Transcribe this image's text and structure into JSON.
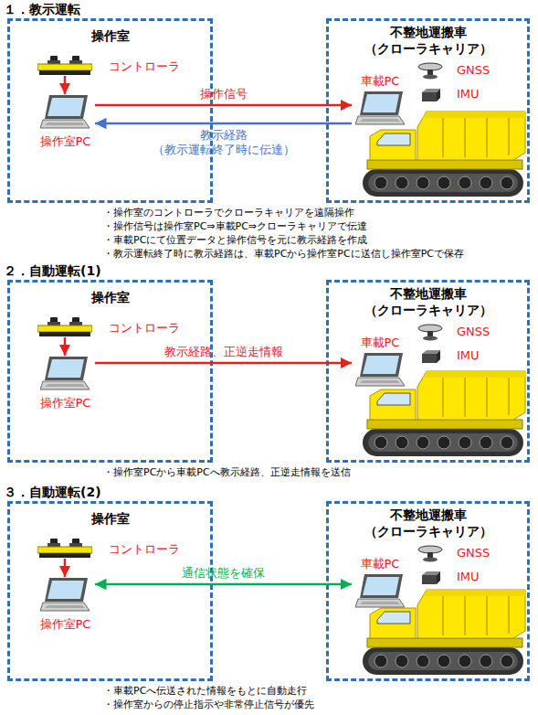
{
  "diagram": {
    "nodes": [
      {
        "text": [
          "操作室"
        ]
      },
      {
        "text": [
          "コントローラ"
        ],
        "in": 0
      },
      {
        "text": [
          "操作室PC"
        ],
        "in": 0
      },
      {
        "text": [
          "不整地運搬車 （クローラキャリア）"
        ]
      },
      {
        "text": [
          "車載PC"
        ],
        "in": 3
      },
      {
        "text": [
          "操作室"
        ]
      },
      {
        "text": [
          "コントローラ"
        ],
        "in": 5
      },
      {
        "text": [
          "操作室PC"
        ],
        "in": 5
      },
      {
        "text": [
          "不整地運搬車 （クローラキャリア）"
        ]
      },
      {
        "text": [
          "車載PC"
        ],
        "in": 8
      },
      {
        "text": [
          "操作室"
        ]
      },
      {
        "text": [
          "コントローラ"
        ],
        "in": 10
      },
      {
        "text": [
          "操作室PC"
        ],
        "in": 10
      },
      {
        "text": [
          "不整地運搬車 （クローラキャリア）"
        ]
      },
      {
        "text": [
          "車載PC"
        ],
        "in": 13
      }
    ],
    "edges": [
      {
        "from": 1,
        "to": 2,
        "arrow": "to"
      },
      {
        "from": 2,
        "to": 4,
        "label": "操作信号",
        "arrow": "to"
      },
      {
        "from": 4,
        "to": 2,
        "label": "教示経路 （教示運転終了時に伝達）",
        "arrow": "to"
      },
      {
        "from": 6,
        "to": 7,
        "arrow": "to"
      },
      {
        "from": 7,
        "to": 9,
        "label": "教示経路、正逆走情報",
        "arrow": "to"
      },
      {
        "from": 11,
        "to": 12,
        "arrow": "to"
      },
      {
        "from": 12,
        "to": 14,
        "label": "通信状態を確保",
        "arrow": "both"
      }
    ],
    "labels": [
      "１．教示運転",
      "GNSS",
      "IMU",
      "・操作室のコントローラでクローラキャリアを遠隔操作",
      "・操作信号は操作室PC⇒車載PC⇒クローラキャリアで伝達",
      "・車載PCにて位置データと操作信号を元に教示経路を作成",
      "・教示運転終了時に教示経路は、車載PCから操作室PCに送信し操作室PCで保存",
      "２．自動運転(1)",
      "GNSS",
      "IMU",
      "・操作室PCから車載PCへ教示経路、正逆走情報を送信",
      "３．自動運転(2)",
      "GNSS",
      "IMU",
      "・車載PCへ伝送された情報をもとに自動走行",
      "・操作室からの停止指示や非常停止信号が優先"
    ]
  }
}
